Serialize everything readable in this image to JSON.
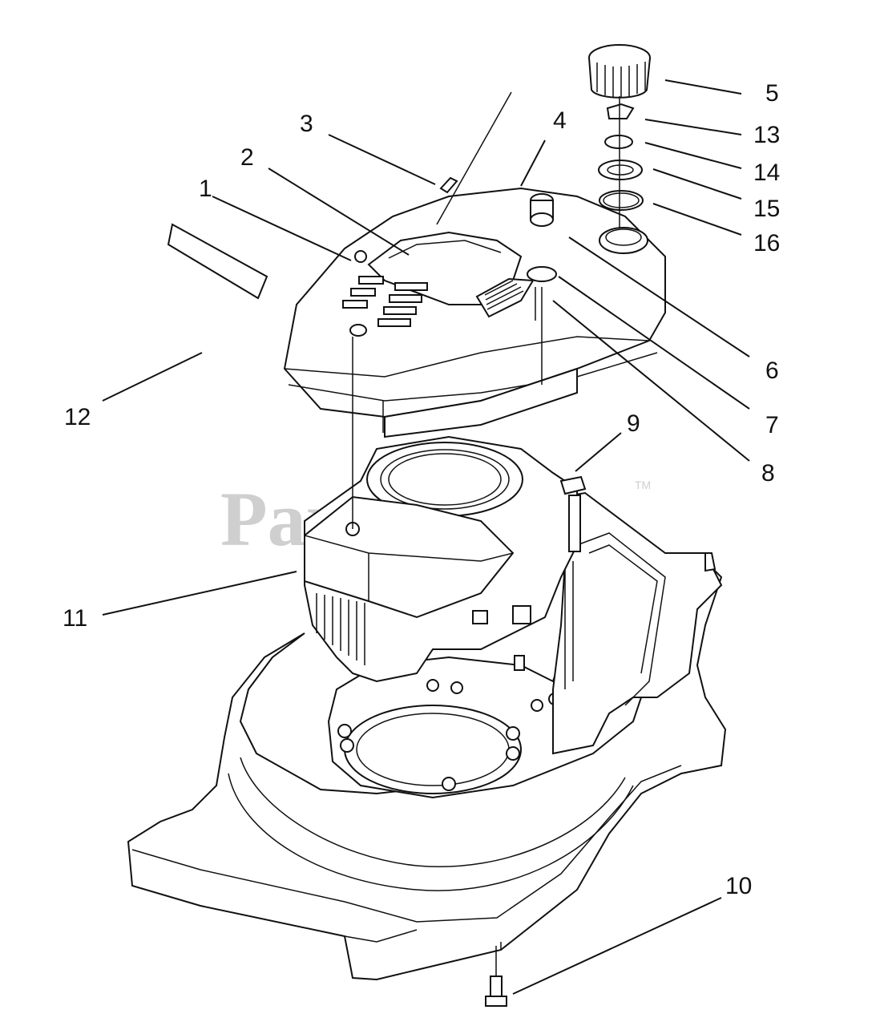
{
  "watermark": "PartsTree",
  "trademark": "TM",
  "callouts": [
    {
      "id": "1",
      "label": "1"
    },
    {
      "id": "2",
      "label": "2"
    },
    {
      "id": "3",
      "label": "3"
    },
    {
      "id": "4",
      "label": "4"
    },
    {
      "id": "5",
      "label": "5"
    },
    {
      "id": "6",
      "label": "6"
    },
    {
      "id": "7",
      "label": "7"
    },
    {
      "id": "8",
      "label": "8"
    },
    {
      "id": "9",
      "label": "9"
    },
    {
      "id": "10",
      "label": "10"
    },
    {
      "id": "11",
      "label": "11"
    },
    {
      "id": "12",
      "label": "12"
    },
    {
      "id": "13",
      "label": "13"
    },
    {
      "id": "14",
      "label": "14"
    },
    {
      "id": "15",
      "label": "15"
    },
    {
      "id": "16",
      "label": "16"
    }
  ]
}
